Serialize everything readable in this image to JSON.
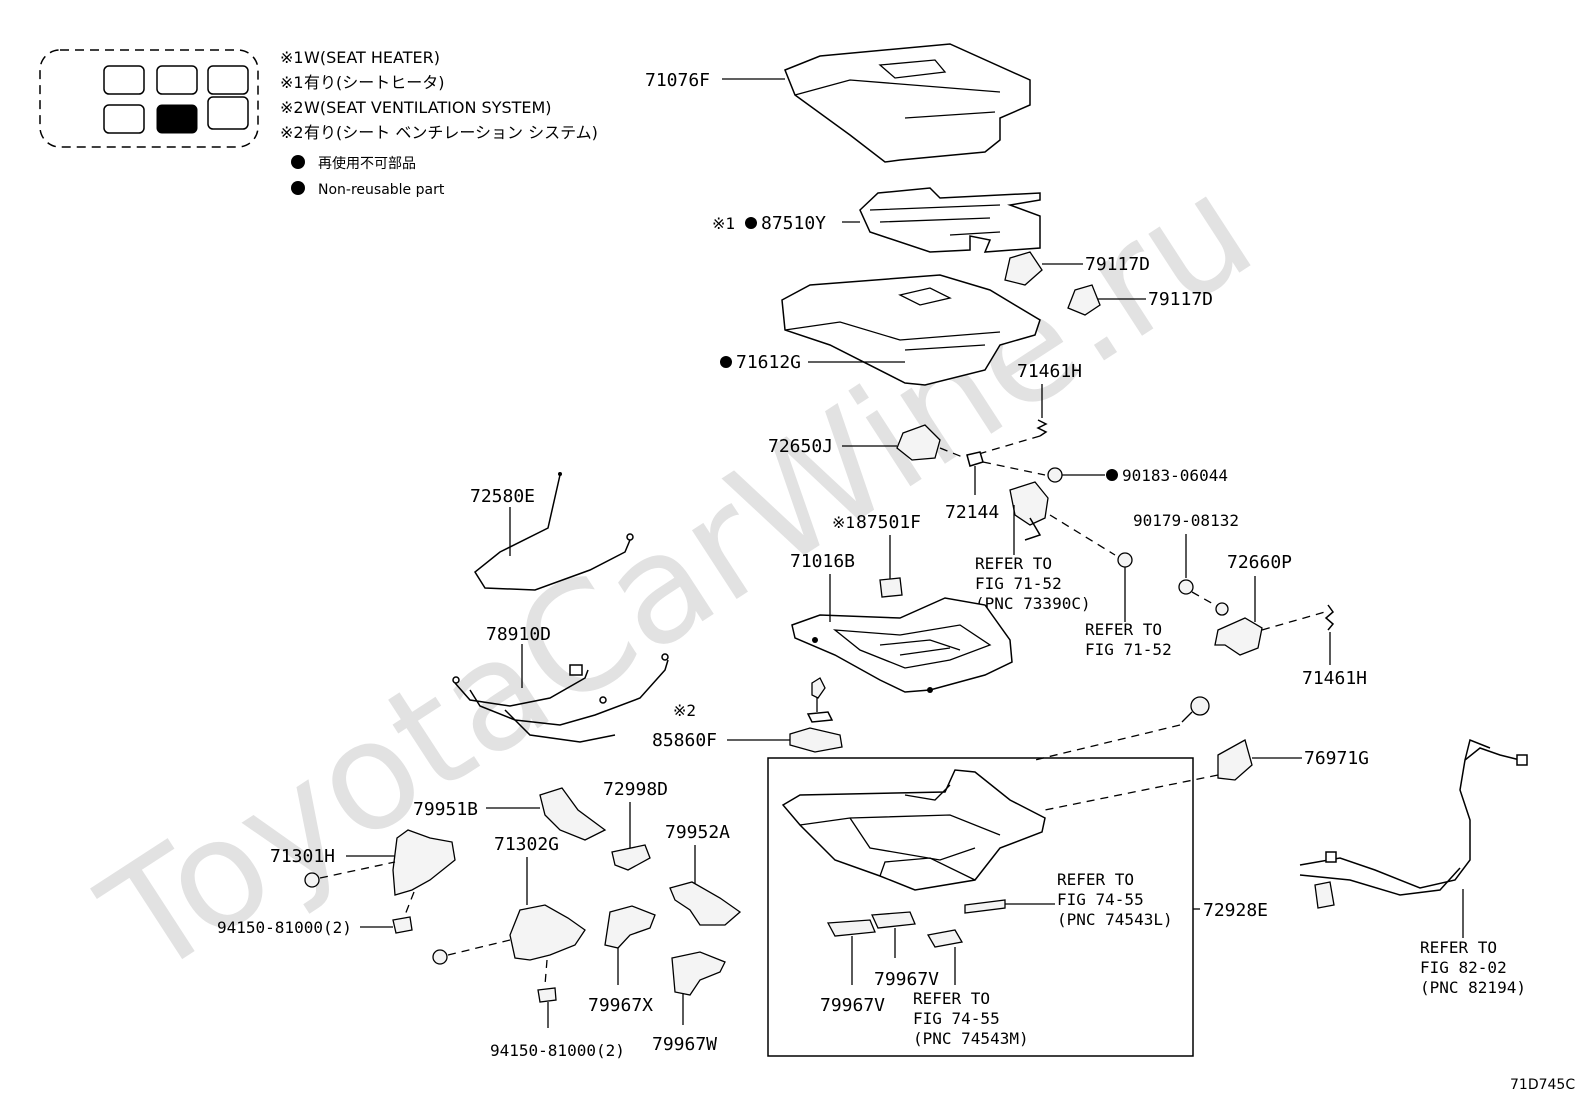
{
  "watermark": "ToyotaCarWine.ru",
  "legend": {
    "items": [
      {
        "mark": "※1",
        "text": "W(SEAT HEATER)"
      },
      {
        "mark": "※1",
        "text": "有り(シートヒータ)"
      },
      {
        "mark": "※2",
        "text": "W(SEAT VENTILATION  SYSTEM)"
      },
      {
        "mark": "※2",
        "text": "有り(シート ベンチレーション システム)"
      }
    ],
    "nonreusable": [
      "再使用不可部品",
      "Non-reusable part"
    ]
  },
  "parts": {
    "p71076F": "71076F",
    "p87510Y": "87510Y",
    "p87510Y_mark": "※1",
    "p79117D_1": "79117D",
    "p79117D_2": "79117D",
    "p71612G": "71612G",
    "p71461H_1": "71461H",
    "p72650J": "72650J",
    "p90183": "90183-06044",
    "p72144": "72144",
    "p72580E": "72580E",
    "p87501F": "87501F",
    "p87501F_mark": "※1",
    "p71016B": "71016B",
    "p90179": "90179-08132",
    "p72660P": "72660P",
    "p71461H_2": "71461H",
    "p78910D": "78910D",
    "p85860F": "85860F",
    "p85860F_mark": "※2",
    "p76971G": "76971G",
    "p79951B": "79951B",
    "p72998D": "72998D",
    "p79952A": "79952A",
    "p71301H": "71301H",
    "p71302G": "71302G",
    "p94150_1": "94150-81000(2)",
    "p94150_2": "94150-81000(2)",
    "p79967X": "79967X",
    "p79967W": "79967W",
    "p79967V_1": "79967V",
    "p79967V_2": "79967V",
    "p72928E": "72928E"
  },
  "refers": {
    "r1": [
      "REFER TO",
      "FIG 71-52",
      "(PNC 73390C)"
    ],
    "r2": [
      "REFER TO",
      "FIG 71-52"
    ],
    "r3": [
      "REFER TO",
      "FIG 74-55",
      "(PNC 74543L)"
    ],
    "r4": [
      "REFER TO",
      "FIG 74-55",
      "(PNC 74543M)"
    ],
    "r5": [
      "REFER TO",
      "FIG 82-02",
      "(PNC 82194)"
    ]
  },
  "figure_code": "71D745C"
}
